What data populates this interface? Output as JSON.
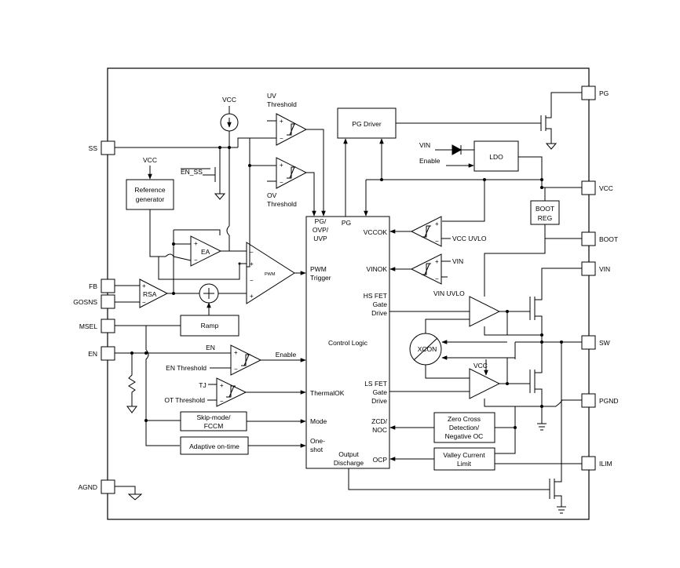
{
  "pins": {
    "ss": "SS",
    "fb": "FB",
    "gosns": "GOSNS",
    "msel": "MSEL",
    "en": "EN",
    "agnd": "AGND",
    "pg": "PG",
    "vcc": "VCC",
    "boot": "BOOT",
    "vin": "VIN",
    "sw": "SW",
    "pgnd": "PGND",
    "ilim": "ILIM"
  },
  "blocks": {
    "ref_gen": [
      "Reference",
      "generator"
    ],
    "ramp": "Ramp",
    "skip_mode": [
      "Skip-mode/",
      "FCCM"
    ],
    "adaptive_on_time": "Adaptive on-time",
    "pg_driver": "PG Driver",
    "ldo": "LDO",
    "boot_reg": [
      "BOOT",
      "REG"
    ],
    "zero_cross": [
      "Zero Cross",
      "Detection/",
      "Negative OC"
    ],
    "valley_current": [
      "Valley Current",
      "Limit"
    ],
    "xcon": "XCON",
    "ea": "EA",
    "rsa": "RSA",
    "pwm": "PWM"
  },
  "control_logic": {
    "title": "Control Logic",
    "pg_ovp_uvp": [
      "PG/",
      "OVP/",
      "UVP"
    ],
    "pg": "PG",
    "vccok": "VCCOK",
    "vinok": "VINOK",
    "pwm_trigger": [
      "PWM",
      "Trigger"
    ],
    "hs_fet": [
      "HS FET",
      "Gate",
      "Drive"
    ],
    "ls_fet": [
      "LS FET",
      "Gate",
      "Drive"
    ],
    "thermal_ok": "ThermalOK",
    "mode": "Mode",
    "one_shot": [
      "One-",
      "shot"
    ],
    "zcd_noc": [
      "ZCD/",
      "NOC"
    ],
    "output_discharge": [
      "Output",
      "Discharge"
    ],
    "ocp": "OCP"
  },
  "labels": {
    "vcc_top": "VCC",
    "vcc_ref": "VCC",
    "en_ss": "EN_SS",
    "uv_threshold": [
      "UV",
      "Threshold"
    ],
    "ov_threshold": [
      "OV",
      "Threshold"
    ],
    "vin_ldo": "VIN",
    "enable_ldo": "Enable",
    "vcc_uvlo": "VCC UVLO",
    "vin_cmp": "VIN",
    "vin_uvlo": "VIN UVLO",
    "en_cmp": "EN",
    "en_threshold": "EN Threshold",
    "enable_out": "Enable",
    "tj": "TJ",
    "ot_threshold": "OT Threshold",
    "vcc_ls": "VCC"
  }
}
